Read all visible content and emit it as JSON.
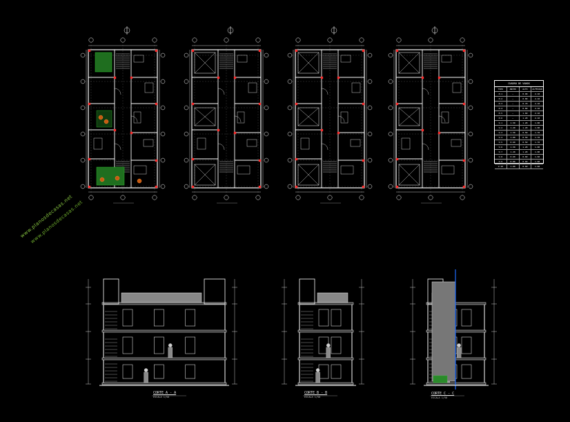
{
  "drawing": {
    "background": "#000000",
    "line_color": "#ffffff",
    "accent_red": "#ff2a2a",
    "accent_green": "#2fbf2f",
    "accent_blue": "#1e6cff",
    "watermark_color": "#86c440"
  },
  "plans": [
    {
      "name": "floor-plan-1",
      "title": "",
      "has_garden": true
    },
    {
      "name": "floor-plan-2",
      "title": "",
      "has_garden": false
    },
    {
      "name": "floor-plan-3",
      "title": "",
      "has_garden": false
    },
    {
      "name": "floor-plan-4",
      "title": "",
      "has_garden": false
    }
  ],
  "sections": [
    {
      "name": "section-a-a",
      "title": "CORTE A - A",
      "scale": "ESCALA 1/50"
    },
    {
      "name": "section-b-b",
      "title": "CORTE B - B",
      "scale": "ESCALA 1/50"
    },
    {
      "name": "section-c-c",
      "title": "CORTE C - C",
      "scale": "ESCALA 1/50"
    }
  ],
  "schedule": {
    "title": "CUADRO DE VANOS",
    "columns": [
      "TIPO",
      "ANCHO",
      "ALTO",
      "ALFEIZAR"
    ],
    "rows": [
      [
        "P-1",
        "—",
        "0.90",
        "2.10"
      ],
      [
        "P-2",
        "—",
        "0.80",
        "2.10"
      ],
      [
        "P-3",
        "—",
        "0.70",
        "2.10"
      ],
      [
        "P-4",
        "—",
        "0.80",
        "2.10"
      ],
      [
        "P-5",
        "—",
        "1.60",
        "2.10"
      ],
      [
        "P-6",
        "—",
        "1.20",
        "2.10"
      ],
      [
        "V-1",
        "1.50",
        "1.20",
        "1.00"
      ],
      [
        "V-2",
        "1.20",
        "1.20",
        "1.00"
      ],
      [
        "V-3",
        "1.50",
        "0.50",
        "1.70"
      ],
      [
        "V-4",
        "1.00",
        "0.50",
        "1.70"
      ],
      [
        "V-5",
        "0.60",
        "0.50",
        "1.70"
      ],
      [
        "V-6",
        "1.50",
        "1.20",
        "1.00"
      ],
      [
        "V-7",
        "1.20",
        "1.20",
        "1.00"
      ],
      [
        "V-8",
        "0.60",
        "0.60",
        "1.60"
      ],
      [
        "V-9",
        "0.80",
        "0.60",
        "1.60"
      ],
      [
        "V-10",
        "1.00",
        "0.60",
        "1.60"
      ]
    ]
  },
  "watermark": {
    "line1": "www.planosdecasas.net",
    "line2": "www.planosdecasas.net"
  }
}
